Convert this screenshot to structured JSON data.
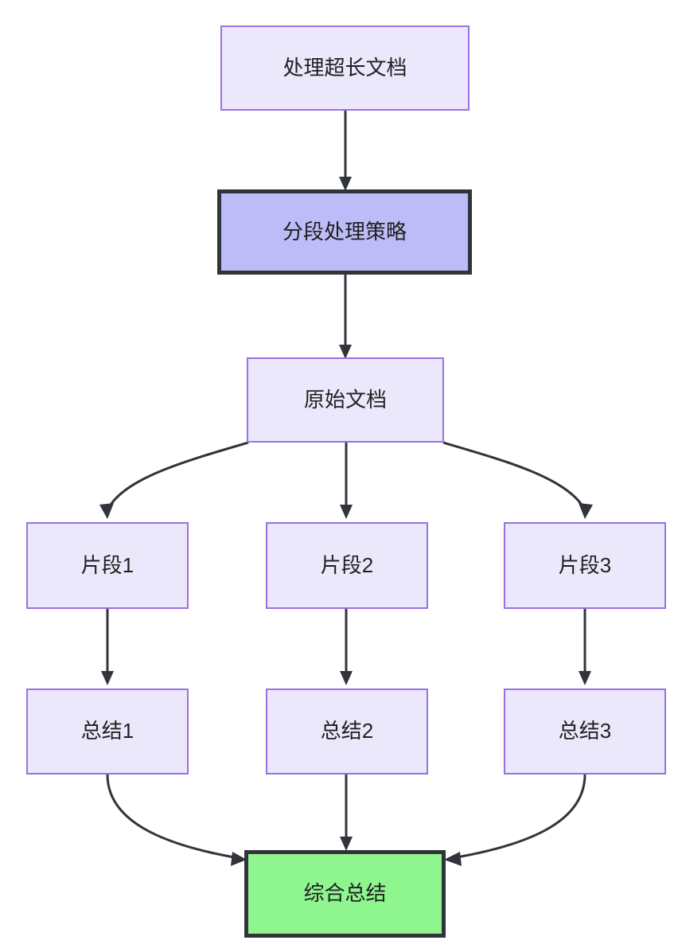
{
  "diagram": {
    "type": "flowchart",
    "direction": "top-to-bottom",
    "background_color": "#ffffff",
    "edge_color": "#31343a",
    "styles": {
      "lavender": {
        "fill": "#ebe8fc",
        "stroke": "#9a71e2"
      },
      "periwinkle": {
        "fill": "#bdbcf8",
        "stroke": "#31343a"
      },
      "green": {
        "fill": "#8ff58f",
        "stroke": "#31343a"
      }
    },
    "nodes": [
      {
        "id": "n1",
        "label": "处理超长文档",
        "style": "lavender"
      },
      {
        "id": "n2",
        "label": "分段处理策略",
        "style": "periwinkle"
      },
      {
        "id": "n3",
        "label": "原始文档",
        "style": "lavender"
      },
      {
        "id": "n4",
        "label": "片段1",
        "style": "lavender"
      },
      {
        "id": "n5",
        "label": "片段2",
        "style": "lavender"
      },
      {
        "id": "n6",
        "label": "片段3",
        "style": "lavender"
      },
      {
        "id": "n7",
        "label": "总结1",
        "style": "lavender"
      },
      {
        "id": "n8",
        "label": "总结2",
        "style": "lavender"
      },
      {
        "id": "n9",
        "label": "总结3",
        "style": "lavender"
      },
      {
        "id": "n10",
        "label": "综合总结",
        "style": "green"
      }
    ],
    "edges": [
      {
        "from": "n1",
        "to": "n2",
        "shape": "straight"
      },
      {
        "from": "n2",
        "to": "n3",
        "shape": "straight"
      },
      {
        "from": "n3",
        "to": "n4",
        "shape": "curved"
      },
      {
        "from": "n3",
        "to": "n5",
        "shape": "straight"
      },
      {
        "from": "n3",
        "to": "n6",
        "shape": "curved"
      },
      {
        "from": "n4",
        "to": "n7",
        "shape": "straight"
      },
      {
        "from": "n5",
        "to": "n8",
        "shape": "straight"
      },
      {
        "from": "n6",
        "to": "n9",
        "shape": "straight"
      },
      {
        "from": "n7",
        "to": "n10",
        "shape": "curved"
      },
      {
        "from": "n8",
        "to": "n10",
        "shape": "straight"
      },
      {
        "from": "n9",
        "to": "n10",
        "shape": "curved"
      }
    ]
  }
}
